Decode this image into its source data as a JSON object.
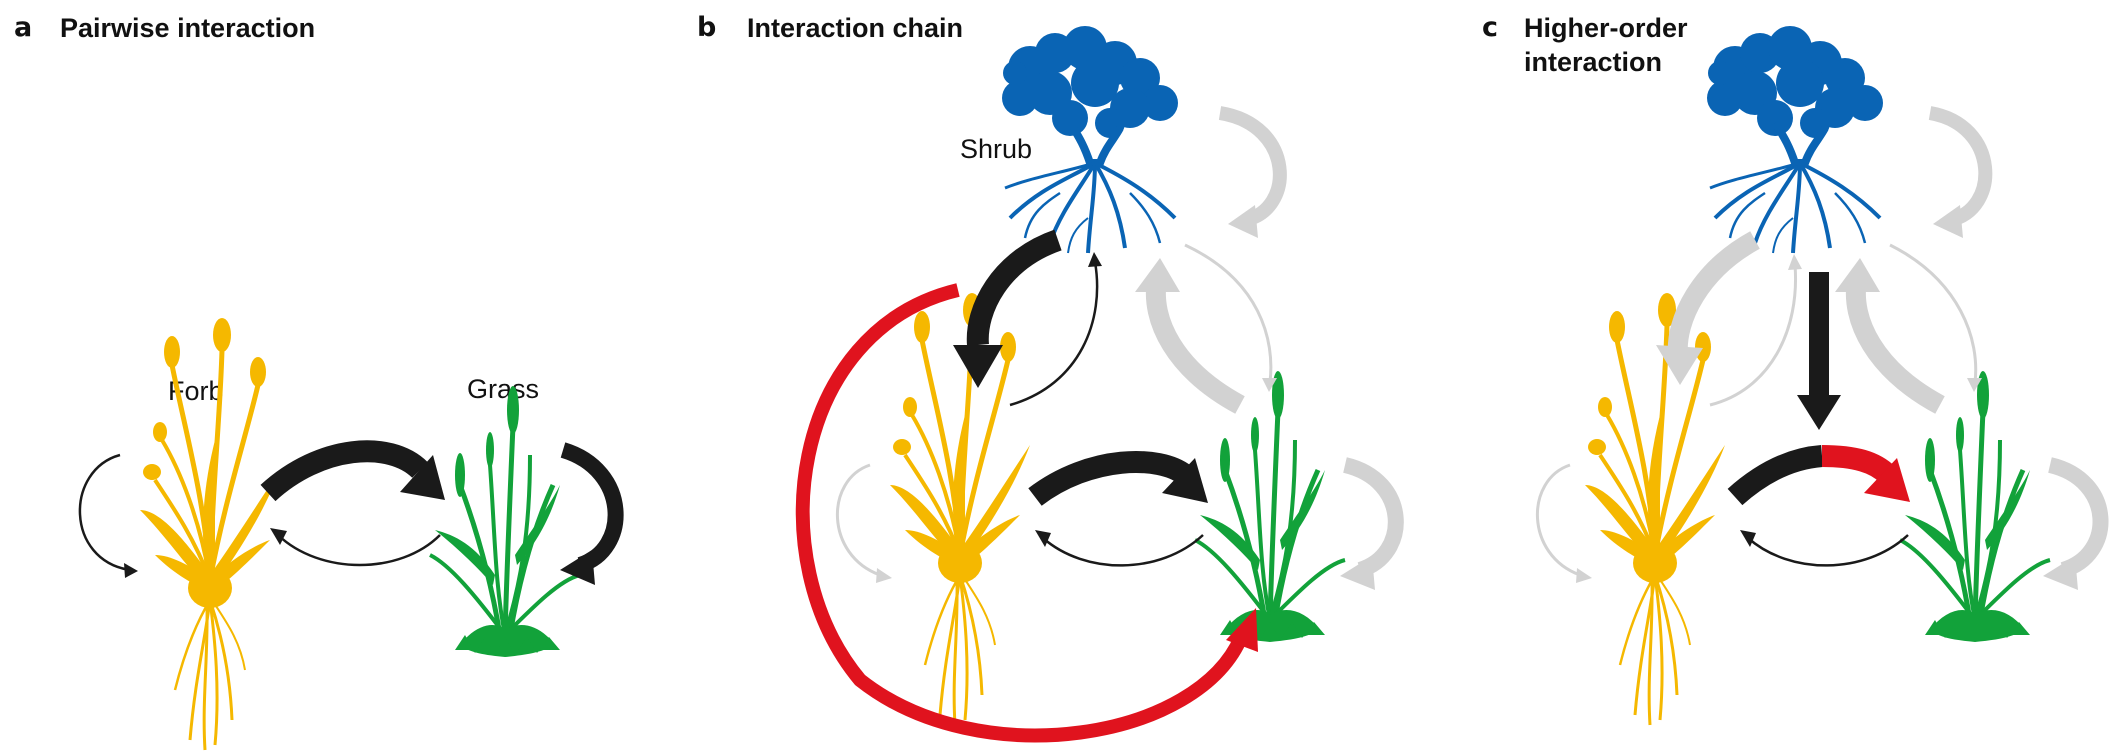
{
  "panels": [
    {
      "letter": "a",
      "title": "Pairwise interaction",
      "labels": {
        "forb": "Forb",
        "grass": "Grass"
      }
    },
    {
      "letter": "b",
      "title": "Interaction chain",
      "labels": {
        "shrub": "Shrub"
      }
    },
    {
      "letter": "c",
      "title_line1": "Higher-order",
      "title_line2": "interaction"
    }
  ],
  "colors": {
    "forb": "#f5b800",
    "grass": "#12a23a",
    "shrub": "#0a64b4",
    "strong_effect": "#1a1a1a",
    "weak_effect": "#d2d2d2",
    "indirect_effect": "#e0131e"
  },
  "icons": [
    "forb-plant-icon",
    "grass-plant-icon",
    "shrub-tree-icon"
  ]
}
